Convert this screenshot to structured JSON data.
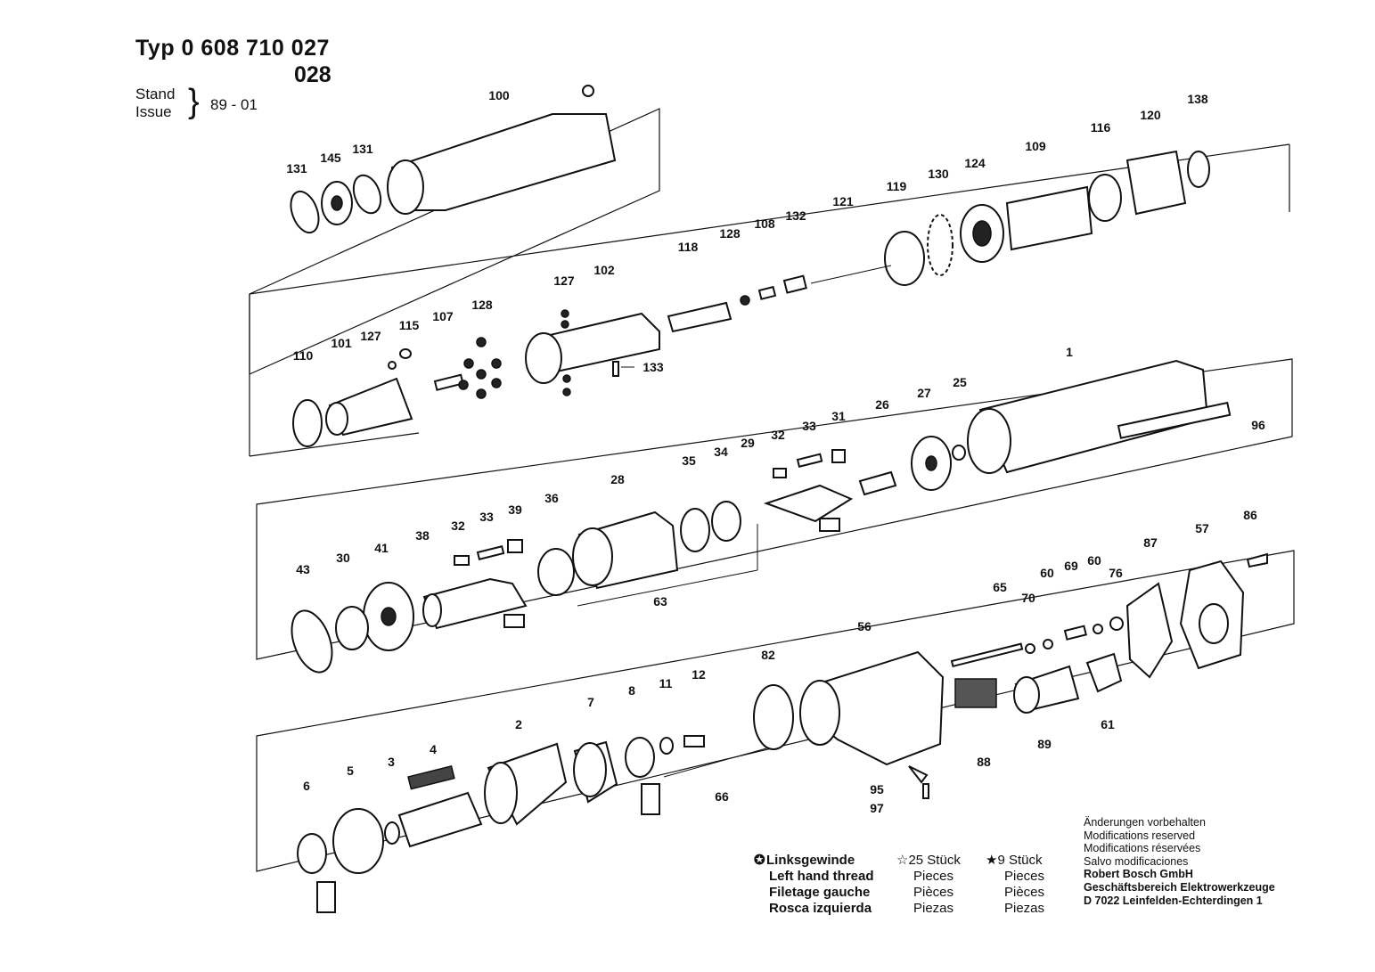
{
  "header": {
    "type_label": "Typ  0 608 710 027",
    "type_suffix": "028",
    "stand_label": "Stand",
    "issue_label": "Issue",
    "issue_date": "89 - 01"
  },
  "part_numbers": {
    "row1": [
      "131",
      "145",
      "131",
      "100",
      "138",
      "120",
      "116",
      "109",
      "124",
      "130",
      "119",
      "121",
      "132",
      "108",
      "128",
      "118"
    ],
    "row2": [
      "110",
      "101",
      "127",
      "115",
      "107",
      "128",
      "127",
      "102",
      "133"
    ],
    "row3": [
      "1",
      "96",
      "25",
      "27",
      "26",
      "31",
      "33",
      "32",
      "29",
      "34",
      "35",
      "28",
      "36",
      "39",
      "33",
      "32",
      "38",
      "41",
      "30",
      "43",
      "63"
    ],
    "row4": [
      "86",
      "57",
      "87",
      "76",
      "60",
      "69",
      "60",
      "70",
      "65",
      "61",
      "89",
      "88",
      "56",
      "82",
      "12",
      "11",
      "8",
      "7",
      "2",
      "4",
      "3",
      "5",
      "6",
      "66",
      "95",
      "97"
    ]
  },
  "legend": {
    "left_hand_symbol": "✪",
    "star25_symbol": "☆",
    "star9_symbol": "★",
    "rows": [
      {
        "thread": "Linksgewinde",
        "qty25": "25 Stück",
        "qty9": "9 Stück"
      },
      {
        "thread": "Left hand thread",
        "qty25": "Pieces",
        "qty9": "Pieces"
      },
      {
        "thread": "Filetage gauche",
        "qty25": "Pièces",
        "qty9": "Pièces"
      },
      {
        "thread": "Rosca izquierda",
        "qty25": "Piezas",
        "qty9": "Piezas"
      }
    ]
  },
  "notes": {
    "changes": [
      "Änderungen vorbehalten",
      "Modifications reserved",
      "Modifications réservées",
      "Salvo modificaciones"
    ],
    "company": [
      "Robert Bosch GmbH",
      "Geschäftsbereich Elektrowerkzeuge",
      "D 7022 Leinfelden-Echterdingen 1"
    ]
  }
}
